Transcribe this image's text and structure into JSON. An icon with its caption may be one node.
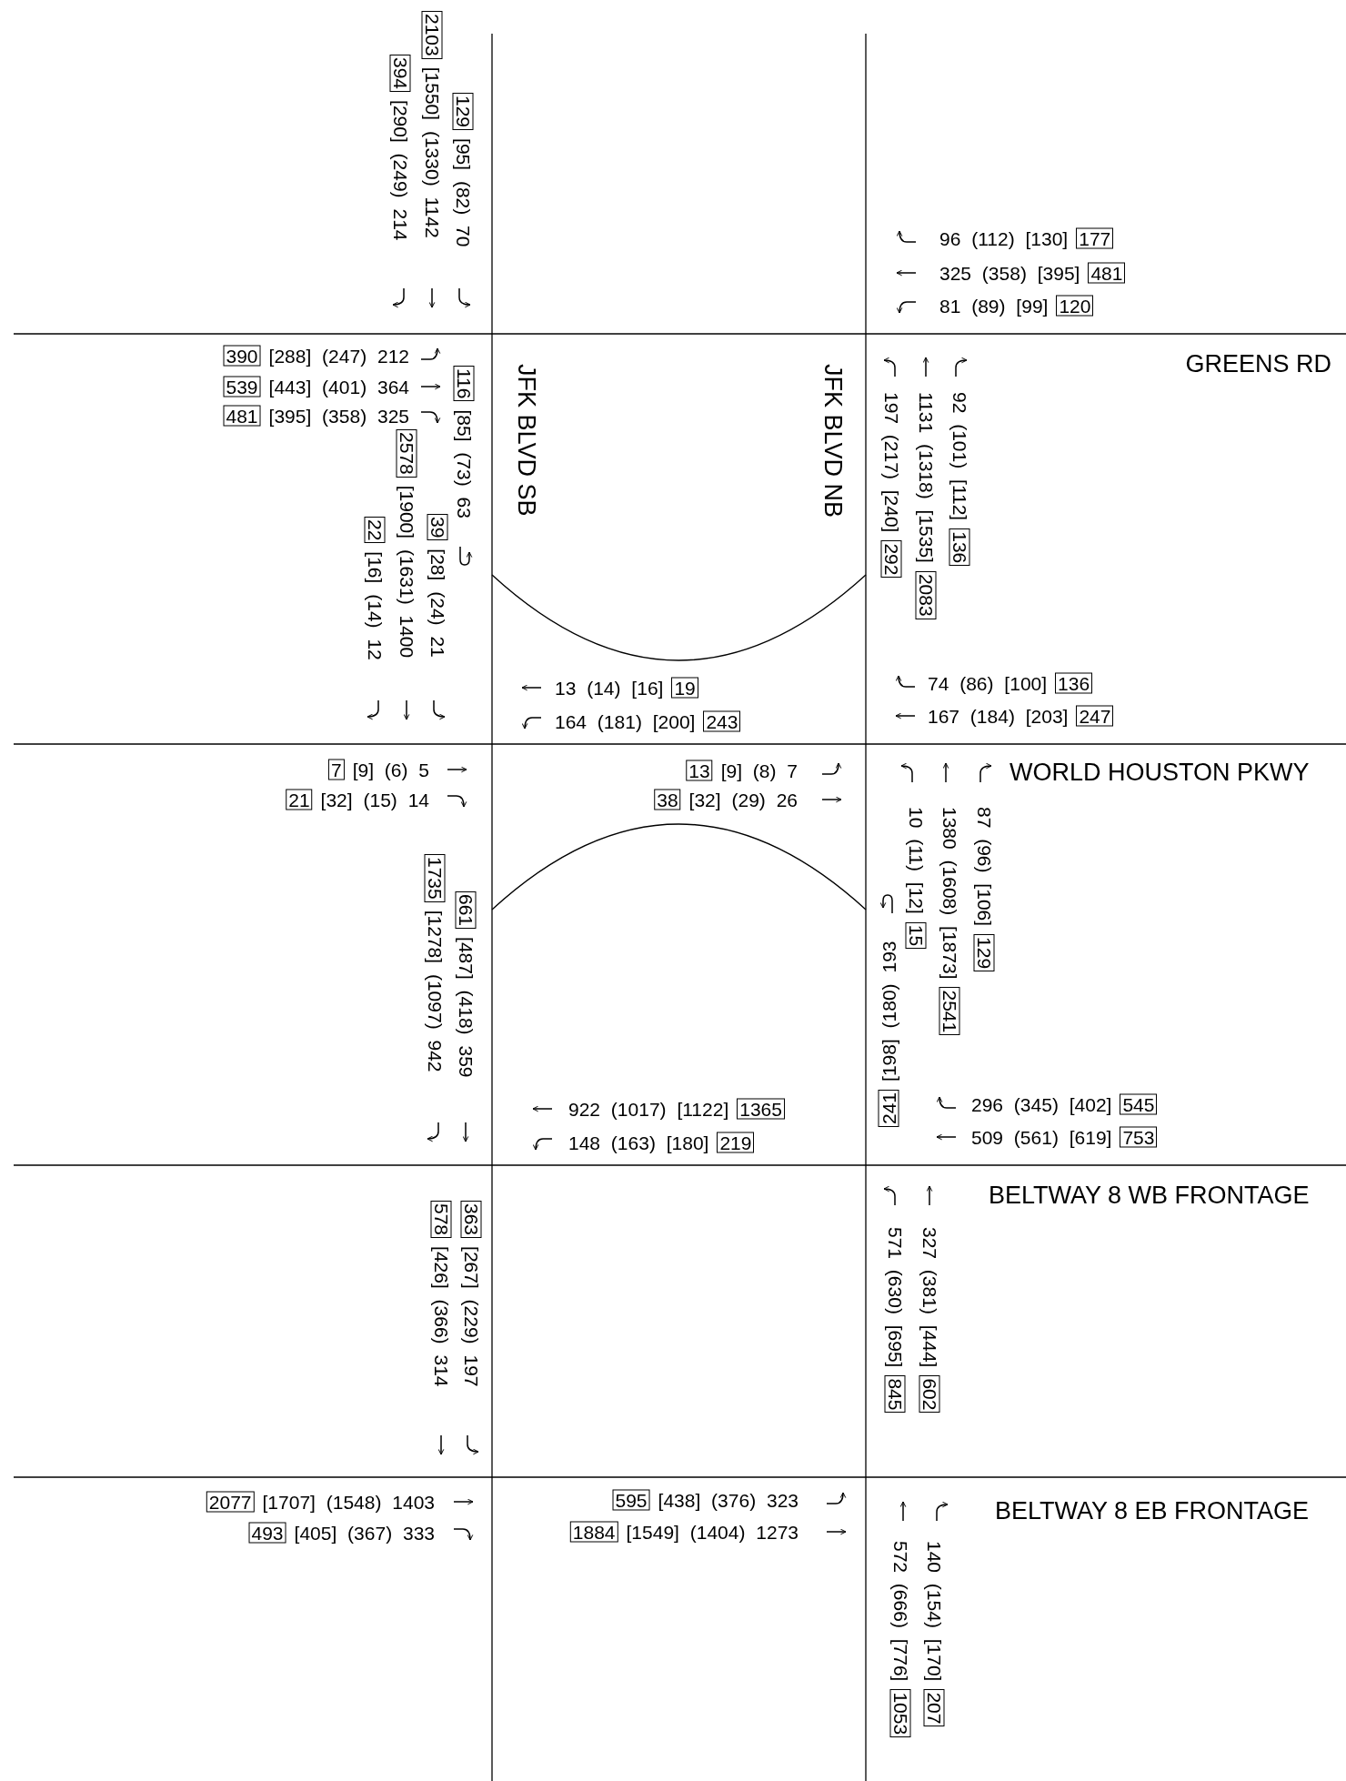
{
  "diagram": {
    "labels": [
      "129",
      "[95] (82) 70",
      "2103",
      "[1550] (1330) 1142",
      "394",
      "[290] (249) 214",
      "96 (112) [130]",
      "177",
      "325 (358) [395]",
      "481",
      "81 (89) [99]",
      "120",
      "390",
      "[288] (247) 212",
      "539",
      "[443] (401) 364",
      "481",
      "[395] (358) 325",
      "GREENS RD",
      "JFK BLVD SB",
      "JFK BLVD NB",
      "116",
      "[85] (73) 63",
      "2578",
      "[1900] (1631) 1400",
      "39",
      "[28] (24) 21",
      "22",
      "[16] (14) 12",
      "197 (217) [240]",
      "292",
      "1131 (1318) [1535]",
      "2083",
      "92 (101) [112]",
      "136",
      "13 (14) [16]",
      "19",
      "74 (86) [100]",
      "136",
      "164 (181) [200]",
      "243",
      "167 (184) [203]",
      "247",
      "7",
      "[9] (6) 5",
      "13",
      "[9] (8) 7",
      "WORLD HOUSTON PKWY",
      "21",
      "[32] (15) 14",
      "38",
      "[32] (29) 26",
      "1735",
      "[1278] (1097) 942",
      "661",
      "[487] (418) 359",
      "10 (11) [12]",
      "15",
      "1380 (1608) [1873]",
      "2541",
      "87 (96) [106]",
      "129",
      "241",
      "[198] (180) 193",
      "296 (345) [402]",
      "545",
      "922 (1017) [1122]",
      "1365",
      "509 (561) [619]",
      "753",
      "148 (163) [180]",
      "219",
      "BELTWAY 8 WB FRONTAGE",
      "363",
      "[267] (229) 197",
      "578",
      "[426] (366) 314",
      "571 (630) [695]",
      "845",
      "327 (381) [444]",
      "602",
      "2077",
      "[1707] (1548) 1403",
      "595",
      "[438] (376) 323",
      "BELTWAY 8 EB FRONTAGE",
      "493",
      "[405] (367) 333",
      "1884",
      "[1549] (1404) 1273",
      "572 (666) [776]",
      "1053",
      "140 (154) [170]",
      "207"
    ]
  }
}
